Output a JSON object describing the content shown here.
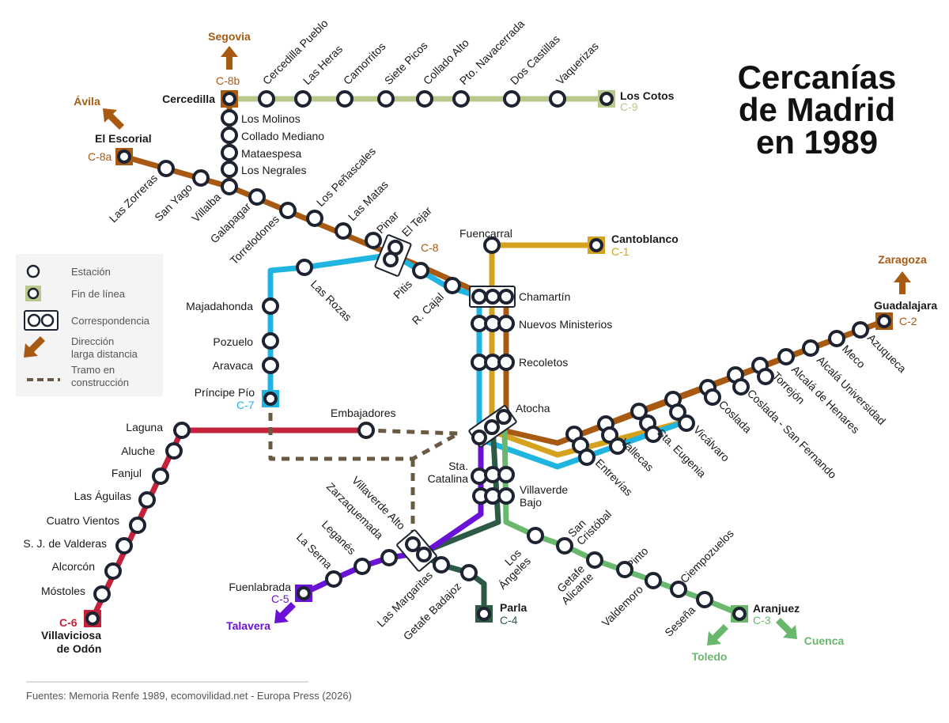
{
  "title": [
    "Cercanías",
    "de Madrid",
    "en 1989"
  ],
  "source": "Fuentes: Memoria Renfe 1989, ecomovilidad.net - Europa Press (2026)",
  "colors": {
    "c1": "#d4a21f",
    "c2": "#a85a12",
    "c3": "#69b86e",
    "c4": "#2c5a45",
    "c5": "#6a12d6",
    "c6": "#c4223b",
    "c7": "#1fb5e0",
    "c8": "#a85a12",
    "c9": "#b9c98c",
    "construction": "#6b5a43",
    "direction": "#a85a12"
  },
  "legend": {
    "station": "Estación",
    "end_of_line": "Fin de línea",
    "interchange": "Correspondencia",
    "direction": [
      "Dirección",
      "larga distancia"
    ],
    "construction": [
      "Tramo en",
      "construcción"
    ]
  },
  "lines": {
    "c1": "C-1",
    "c2": "C-2",
    "c3": "C-3",
    "c4": "C-4",
    "c5": "C-5",
    "c6": "C-6",
    "c7": "C-7",
    "c8": "C-8",
    "c8a": "C-8a",
    "c8b": "C-8b",
    "c9": "C-9"
  },
  "directions": {
    "segovia": "Segovia",
    "avila": "Ávila",
    "zaragoza": "Zaragoza",
    "talavera": "Talavera",
    "toledo": "Toledo",
    "cuenca": "Cuenca"
  },
  "stations": {
    "cercedilla": "Cercedilla",
    "cercedilla_pueblo": "Cercedilla Pueblo",
    "las_heras": "Las Heras",
    "camorritos": "Camorritos",
    "siete_picos": "Siete Picos",
    "collado_alto": "Collado Alto",
    "pto_navacerrada": "Pto. Navacerrada",
    "dos_castillas": "Dos Castillas",
    "vaquerizas": "Vaquerizas",
    "los_cotos": "Los Cotos",
    "los_molinos": "Los Molinos",
    "collado_mediano": "Collado Mediano",
    "mataespesa": "Mataespesa",
    "los_negrales": "Los Negrales",
    "el_escorial": "El Escorial",
    "las_zorreras": "Las Zorreras",
    "san_yago": "San Yago",
    "villalba": "Villalba",
    "galapagar": "Galapagar",
    "torrelodones": "Torrelodones",
    "los_penascales": "Los Peñascales",
    "las_matas": "Las Matas",
    "pinar": "Pinar",
    "el_tejar": "El Tejar",
    "pitis": "Pitis",
    "r_cajal": "R. Cajal",
    "fuencarral": "Fuencarral",
    "cantoblanco": "Cantoblanco",
    "chamartin": "Chamartín",
    "nuevos_ministerios": "Nuevos Ministerios",
    "recoletos": "Recoletos",
    "atocha": "Atocha",
    "las_rozas": "Las Rozas",
    "majadahonda": "Majadahonda",
    "pozuelo": "Pozuelo",
    "aravaca": "Aravaca",
    "principe_pio": "Príncipe Pío",
    "embajadores": "Embajadores",
    "laguna": "Laguna",
    "aluche": "Aluche",
    "fanjul": "Fanjul",
    "las_aguilas": "Las Águilas",
    "cuatro_vientos": "Cuatro Vientos",
    "sj_valderas": "S. J. de Valderas",
    "alcorcon": "Alcorcón",
    "mostoles": "Móstoles",
    "villaviciosa": [
      "Villaviciosa",
      "de Odón"
    ],
    "sta_catalina": [
      "Sta.",
      "Catalina"
    ],
    "villaverde_bajo": [
      "Villaverde",
      "Bajo"
    ],
    "villaverde_alto": "Villaverde Alto",
    "zarzaquemada": "Zarzaquemada",
    "leganes": "Leganés",
    "la_serna": "La Serna",
    "fuenlabrada": "Fuenlabrada",
    "las_margaritas": "Las Margaritas",
    "getafe_badajoz": "Getafe Badajoz",
    "parla": "Parla",
    "los_angeles": [
      "Los",
      "Ángeles"
    ],
    "san_cristobal": [
      "San",
      "Cristóbal"
    ],
    "getafe_alicante": [
      "Getafe",
      "Alicante"
    ],
    "pinto": "Pinto",
    "valdemoro": "Valdemoro",
    "ciempozuelos": "Ciempozuelos",
    "sesena": "Seseña",
    "aranjuez": "Aranjuez",
    "entrevias": "Entrevías",
    "vallecas": "Vallecas",
    "sta_eugenia": "Sta. Eugenia",
    "vicalvaro": "Vicálvaro",
    "coslada": "Coslada",
    "coslada_sf": "Coslada - San Fernando",
    "torrejon": "Torrejón",
    "alcala_henares": "Alcalá de Henares",
    "alcala_universidad": "Alcalá Universidad",
    "meco": "Meco",
    "azuqueca": "Azuqueca",
    "guadalajara": "Guadalajara"
  }
}
